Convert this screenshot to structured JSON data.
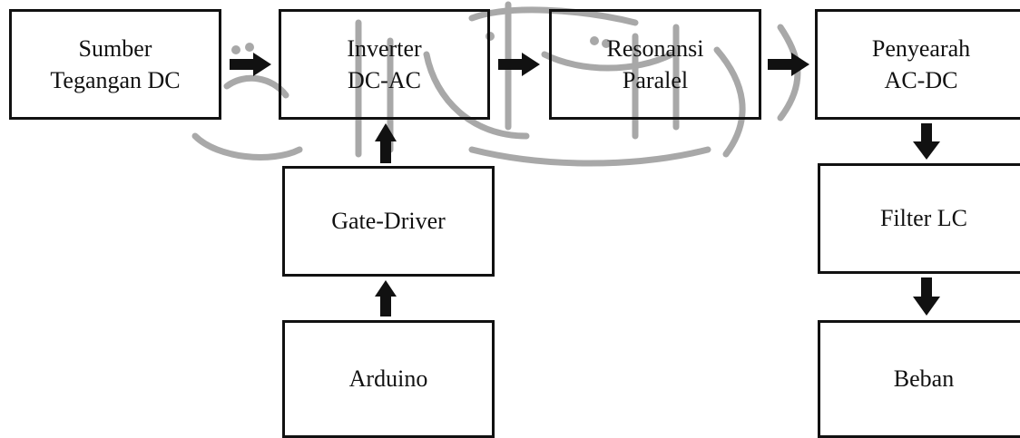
{
  "colors": {
    "border": "#111111",
    "arrow": "#111111",
    "watermark": "#9a9a9a"
  },
  "blocks": {
    "sumber": {
      "line1": "Sumber",
      "line2": "Tegangan DC"
    },
    "inverter": {
      "line1": "Inverter",
      "line2": "DC-AC"
    },
    "resonansi": {
      "line1": "Resonansi",
      "line2": "Paralel"
    },
    "penyearah": {
      "line1": "Penyearah",
      "line2": "AC-DC"
    },
    "gate_driver": {
      "label": "Gate-Driver"
    },
    "arduino": {
      "label": "Arduino"
    },
    "filter": {
      "label": "Filter LC"
    },
    "beban": {
      "label": "Beban"
    }
  },
  "watermark": {
    "description": "arabic-calligraphy-watermark"
  }
}
